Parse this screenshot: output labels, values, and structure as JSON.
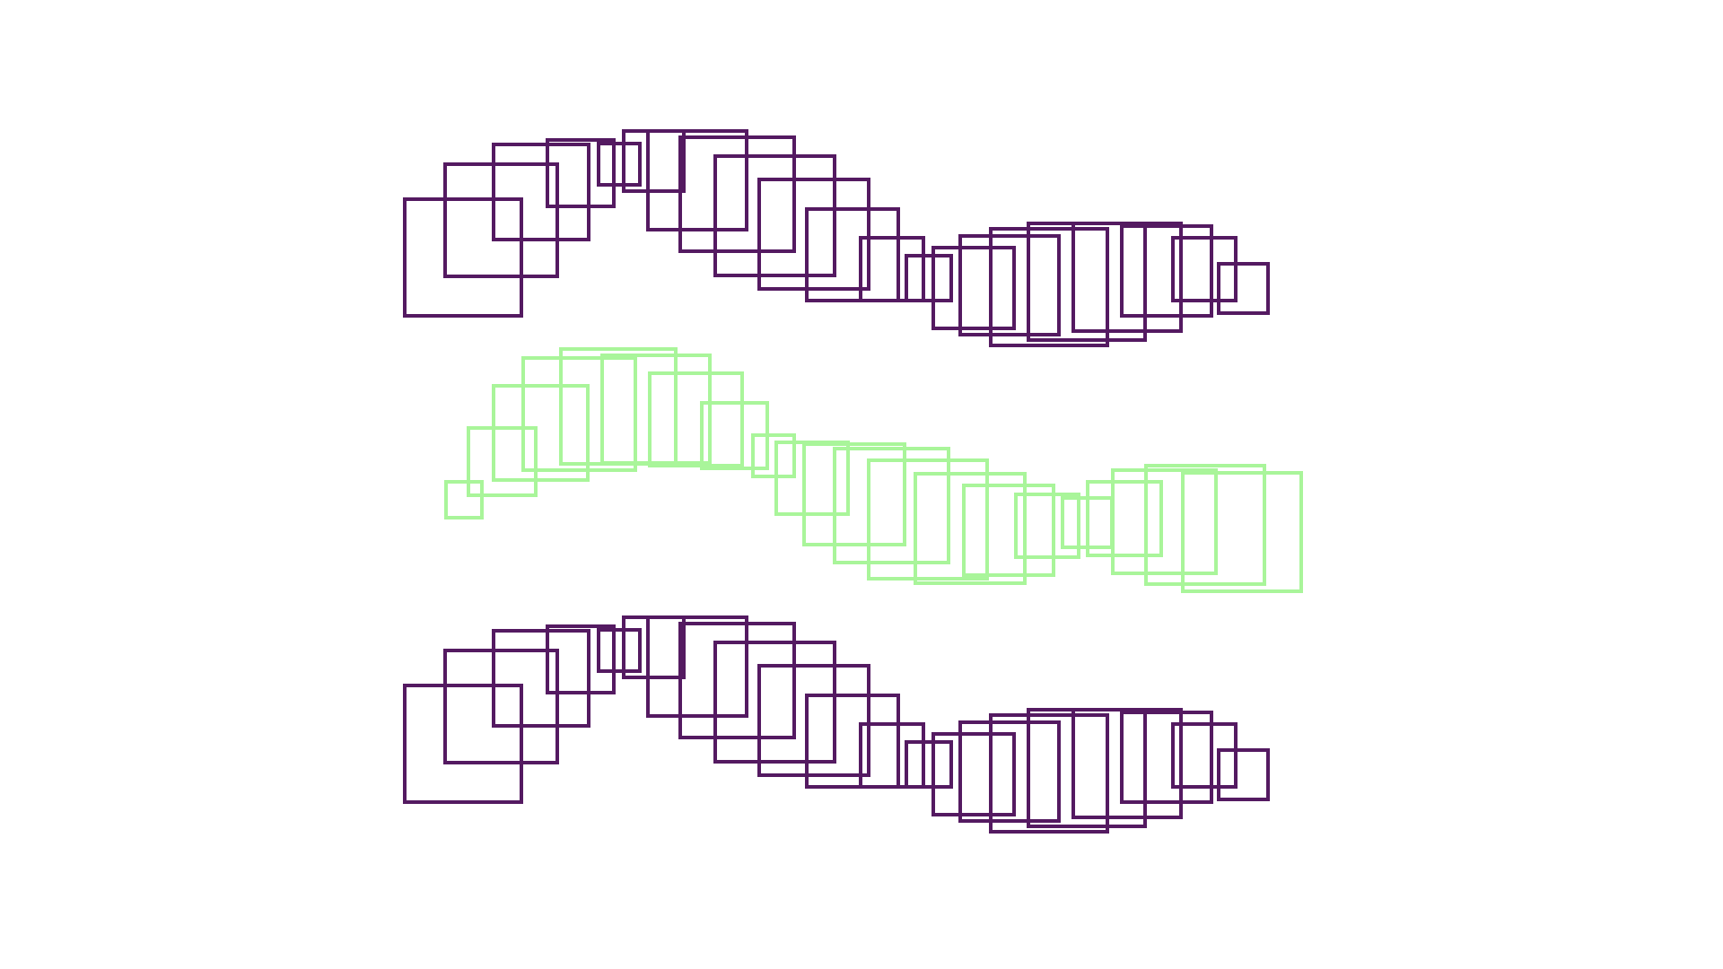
{
  "figure": {
    "description_visible_text": "",
    "background_color": "#ffffff"
  },
  "bands": [
    {
      "id": "top-band",
      "color": "#541a61"
    },
    {
      "id": "middle-band",
      "color": "#a9f59a"
    },
    {
      "id": "bottom-band",
      "color": "#541a61"
    }
  ]
}
